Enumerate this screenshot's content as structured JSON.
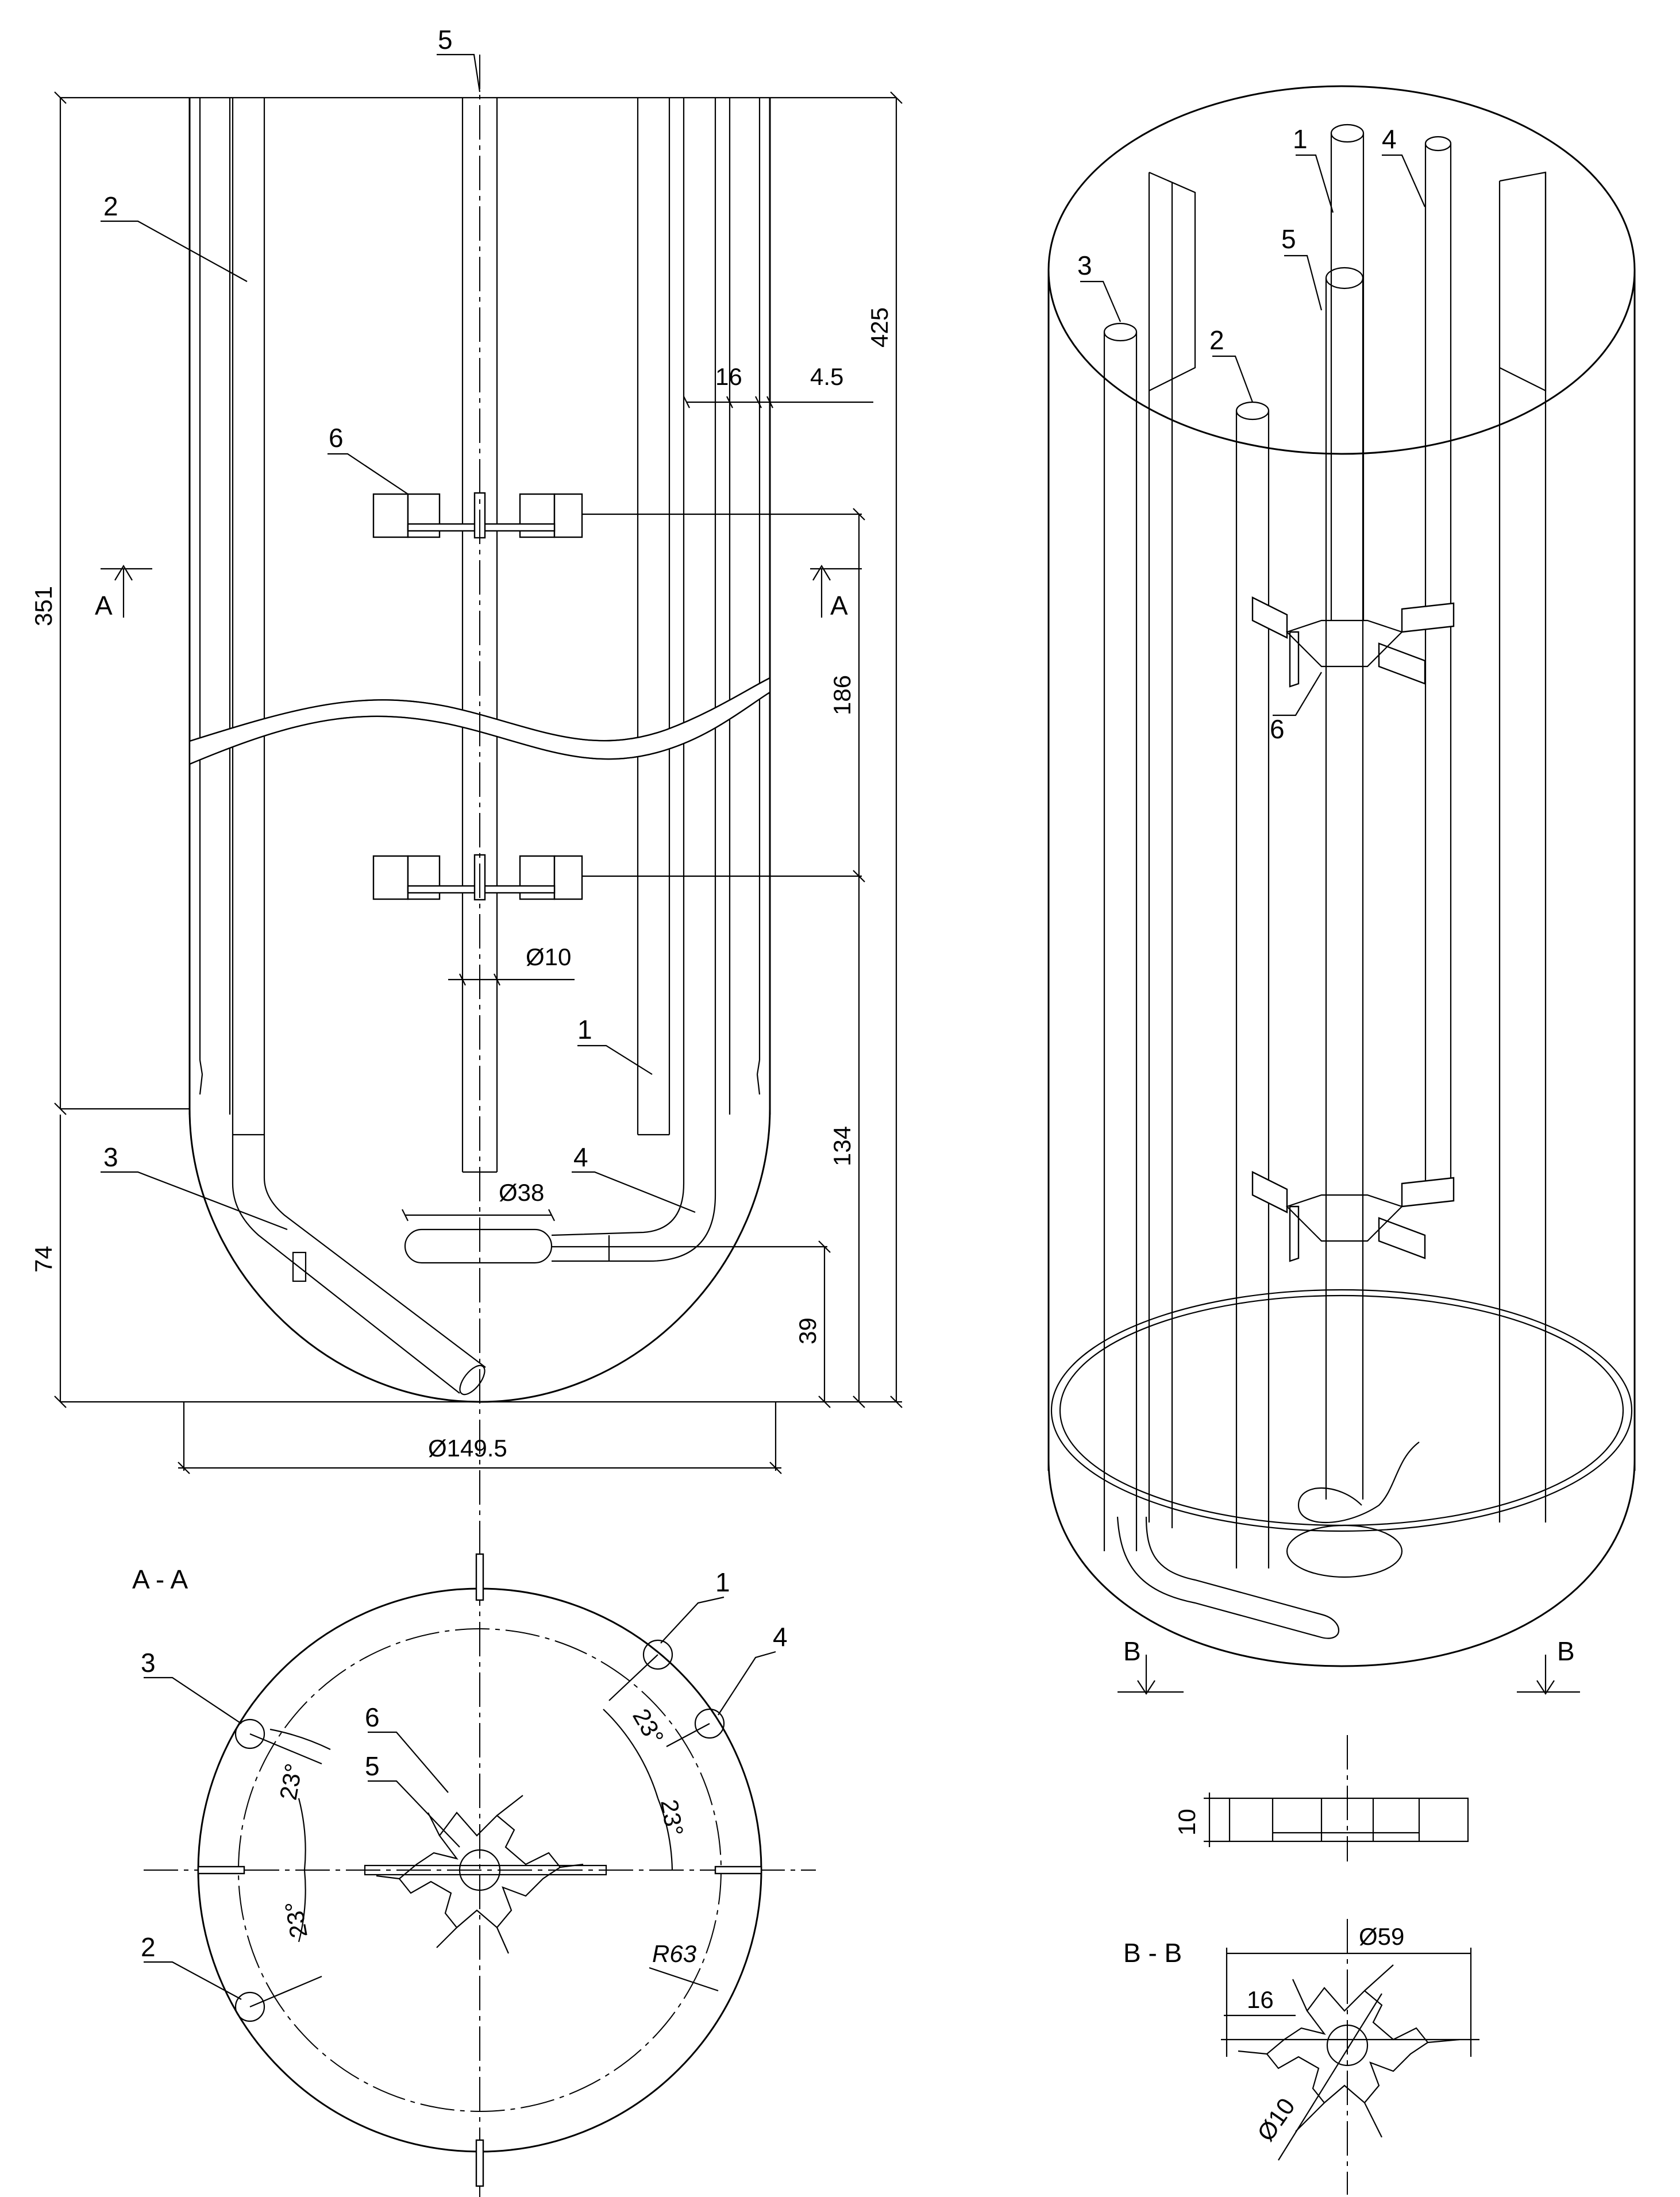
{
  "front_view": {
    "part_labels": [
      "1",
      "2",
      "3",
      "4",
      "5",
      "6"
    ],
    "dimensions": {
      "height_total": "425",
      "height_upper": "351",
      "height_bottom": "74",
      "impeller_spacing": "186",
      "impeller_height": "134",
      "sparger_height": "39",
      "baffle_width": "16",
      "baffle_gap": "4.5",
      "shaft_diameter": "Ø10",
      "sparger_diameter": "Ø38",
      "vessel_diameter": "Ø149.5"
    },
    "section_mark": "A"
  },
  "section_aa": {
    "title": "A - A",
    "part_labels": [
      "1",
      "2",
      "3",
      "4",
      "5",
      "6"
    ],
    "angles": [
      "23°",
      "23°",
      "23°",
      "23°"
    ],
    "radius": "R63"
  },
  "iso_view": {
    "part_labels": [
      "1",
      "2",
      "3",
      "4",
      "5",
      "6"
    ]
  },
  "impeller_detail": {
    "section_mark": "B",
    "height": "10",
    "title": "B - B",
    "diameter": "Ø59",
    "blade_width": "16",
    "bore": "Ø10"
  }
}
